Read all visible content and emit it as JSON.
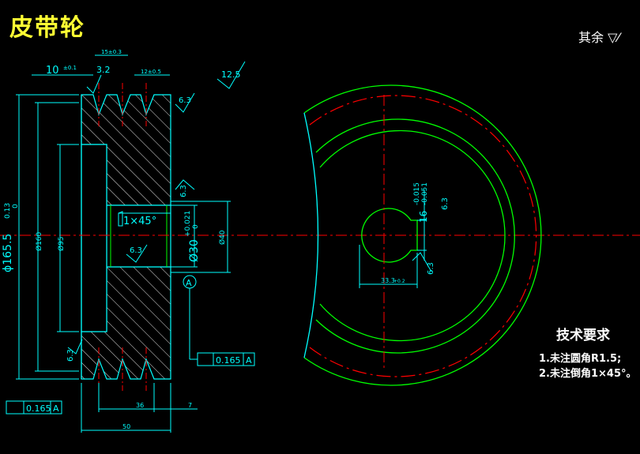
{
  "title": "皮带轮",
  "surface_note": "其余",
  "tech": {
    "heading": "技术要求",
    "items": [
      "1.未注圆角R1.5;",
      "2.未注倒角1×45°。"
    ]
  },
  "labels": {
    "dia_outer": "ϕ165.5",
    "dia_outer_tol_up": "0.13",
    "dia_outer_tol_lo": "0",
    "d160": "Ø160",
    "d95": "Ø95",
    "d40": "Ø40",
    "bore": "Ø30",
    "bore_tol_up": "+0.021",
    "bore_tol_lo": "0",
    "chamfer": "1×45°",
    "w10": "10",
    "w10_tol": "±0.1",
    "w15": "15±0.3",
    "w12": "12±0.5",
    "w36": "36",
    "w50": "50",
    "w7": "7",
    "key_w": "16",
    "key_w_tol_up": "-0.015",
    "key_w_tol_lo": "-0.051",
    "key_depth": "33.3",
    "key_depth_tol": "+0.2",
    "rough_32": "3.2",
    "rough_125": "12.5",
    "rough_63": "6.3",
    "runout_val": "0.165",
    "datum": "A"
  },
  "colors": {
    "outline": "#00ffff",
    "hatch": "#ffffff",
    "green": "#00ff00",
    "center": "#ff0000",
    "title": "#ffff33"
  }
}
